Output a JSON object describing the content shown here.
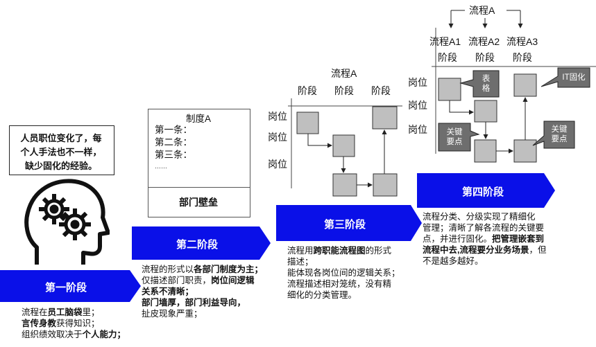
{
  "stages": [
    {
      "label": "第一阶段"
    },
    {
      "label": "第二阶段"
    },
    {
      "label": "第三阶段"
    },
    {
      "label": "第四阶段"
    }
  ],
  "speech": {
    "lines": [
      "人员职位变化了，每",
      "个人手法也不一样，",
      "缺少固化的经验。"
    ]
  },
  "stage1": {
    "l1a": "流程在",
    "l1b": "员工脑袋",
    "l1c": "里；",
    "l2a": "言传身教",
    "l2b": "获得知识；",
    "l3a": "组织绩效取决于",
    "l3b": "个人能力；"
  },
  "stage2": {
    "doc_title": "制度A",
    "doc_lines": [
      "第一条：",
      "第二条：",
      "第三条：",
      "……"
    ],
    "wall": "部门壁垒",
    "l1a": "流程的形式以",
    "l1b": "各部门制度为主；",
    "l2a": "仅描述部门职责，",
    "l2b": "岗位间逻辑",
    "l3": "关系不清晰；",
    "l4": "部门墙厚，部门利益导向，",
    "l5": "扯皮现象严重；"
  },
  "stage3": {
    "process_title": "流程A",
    "phase": "阶段",
    "post": "岗位",
    "l1a": "流程用",
    "l1b": "跨职能流程图",
    "l1c": "的形式",
    "l2": "描述；",
    "l3": "能体现各岗位间的逻辑关系；",
    "l4": "流程描述相对笼统，没有精",
    "l5": "细化的分类管理。"
  },
  "stage4": {
    "process_title": "流程A",
    "subs": [
      "流程A1",
      "流程A2",
      "流程A3"
    ],
    "phase": "阶段",
    "post": "岗位",
    "callout_table": [
      "表",
      "格"
    ],
    "callout_it": "IT固化",
    "callout_key1": [
      "关键",
      "要点"
    ],
    "callout_key2": [
      "关键",
      "要点"
    ],
    "l1": "流程分类、分级实现了精细化",
    "l2": "管理；清晰了解各流程的关键要",
    "l3": "点，并进行固化。",
    "l3b": "把管理嵌套到",
    "l4a": "流程中去,流程要分业务场景",
    "l4b": "，但",
    "l5": "不是越多越好。"
  },
  "colors": {
    "stage": "#0a10e8",
    "box": "#bfbfbf",
    "callout": "#6e6e6e"
  }
}
